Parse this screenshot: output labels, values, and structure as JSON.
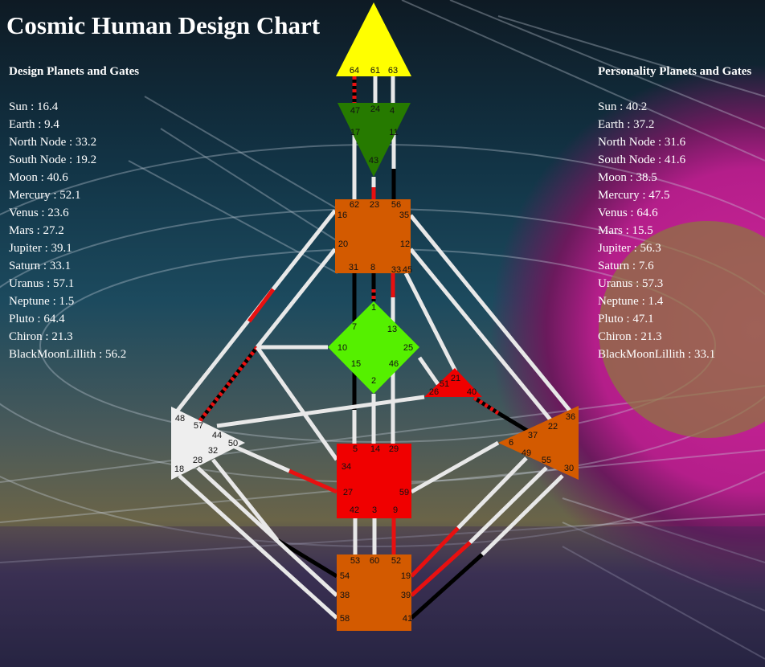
{
  "title": "Cosmic Human Design Chart",
  "design": {
    "heading": "Design Planets and Gates",
    "items": [
      "Sun : 16.4",
      "Earth : 9.4",
      "North Node : 33.2",
      "South Node : 19.2",
      "Moon : 40.6",
      "Mercury : 52.1",
      "Venus : 23.6",
      "Mars : 27.2",
      "Jupiter : 39.1",
      "Saturn : 33.1",
      "Uranus : 57.1",
      "Neptune : 1.5",
      "Pluto : 64.4",
      "Chiron : 21.3",
      "BlackMoonLillith : 56.2"
    ]
  },
  "personality": {
    "heading": "Personality Planets and Gates",
    "items": [
      "Sun : 40.2",
      "Earth : 37.2",
      "North Node : 31.6",
      "South Node : 41.6",
      "Moon : 38.5",
      "Mercury : 47.5",
      "Venus : 64.6",
      "Mars : 15.5",
      "Jupiter : 56.3",
      "Saturn : 7.6",
      "Uranus : 57.3",
      "Neptune : 1.4",
      "Pluto : 47.1",
      "Chiron : 21.3",
      "BlackMoonLillith : 33.1"
    ]
  },
  "colors": {
    "head": "#ffff00",
    "ajna": "#267a00",
    "throat": "#d35a00",
    "g": "#55f000",
    "ego": "#f00000",
    "spleen": "#eeeeee",
    "solar": "#d35a00",
    "sacral": "#f00000",
    "root": "#d35a00",
    "design": "#e81010",
    "personality": "#000000",
    "open": "#e8e8e8"
  },
  "centers": {
    "head": [
      "64",
      "61",
      "63"
    ],
    "ajna": [
      "47",
      "24",
      "4",
      "17",
      "11",
      "43"
    ],
    "throat": [
      "62",
      "23",
      "56",
      "16",
      "35",
      "20",
      "12",
      "31",
      "8",
      "33",
      "45"
    ],
    "g": [
      "1",
      "7",
      "13",
      "10",
      "25",
      "15",
      "46",
      "2"
    ],
    "ego": [
      "21",
      "51",
      "26",
      "40"
    ],
    "spleen": [
      "48",
      "57",
      "44",
      "50",
      "32",
      "28",
      "18"
    ],
    "solar": [
      "36",
      "22",
      "37",
      "6",
      "49",
      "55",
      "30"
    ],
    "sacral": [
      "5",
      "14",
      "29",
      "34",
      "27",
      "59",
      "42",
      "3",
      "9"
    ],
    "root": [
      "53",
      "60",
      "52",
      "54",
      "19",
      "38",
      "39",
      "58",
      "41"
    ]
  }
}
